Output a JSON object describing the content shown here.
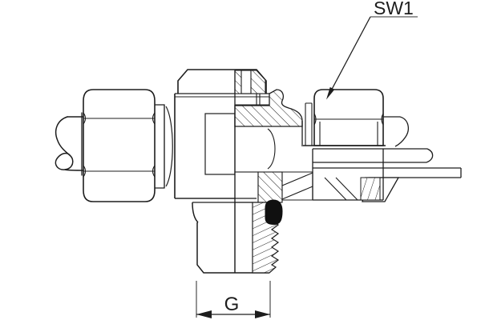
{
  "figure": {
    "kind": "technical-line-drawing, tee swivel tube fitting shown in half section",
    "labels": {
      "sw1": "SW1",
      "g": "G"
    },
    "colors": {
      "line": "#1d1d1d",
      "dimension_line": "#5a5a5a",
      "callout_underline": "#8a8a8a",
      "seal_fill": "#101010",
      "background": "#ffffff"
    }
  }
}
